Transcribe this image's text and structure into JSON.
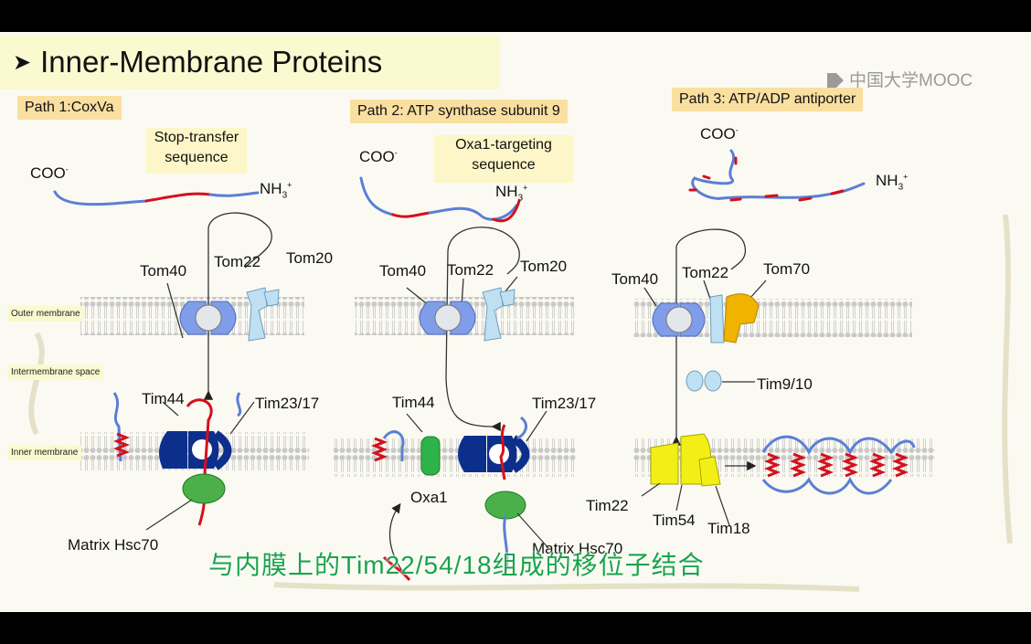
{
  "title": "Inner-Membrane Proteins",
  "logo": "中国大学MOOC",
  "membrane_labels": {
    "outer": "Outer membrane",
    "intermembrane": "Intermembrane space",
    "inner": "Inner membrane"
  },
  "paths": [
    {
      "heading": "Path 1:CoxVa",
      "note": [
        "Stop-transfer",
        "sequence"
      ],
      "cooh": "COO",
      "nh3": "NH",
      "outer_proteins": [
        "Tom40",
        "Tom22",
        "Tom20"
      ],
      "inner_proteins": [
        "Tim44",
        "Tim23/17"
      ],
      "matrix": "Matrix Hsc70"
    },
    {
      "heading": "Path 2: ATP synthase subunit 9",
      "note": [
        "Oxa1-targeting",
        "sequence"
      ],
      "cooh": "COO",
      "nh3": "NH",
      "outer_proteins": [
        "Tom40",
        "Tom22",
        "Tom20"
      ],
      "inner_proteins": [
        "Tim44",
        "Tim23/17"
      ],
      "oxa": "Oxa1",
      "matrix": "Matrix Hsc70"
    },
    {
      "heading": "Path 3: ATP/ADP antiporter",
      "cooh": "COO",
      "nh3": "NH",
      "outer_proteins": [
        "Tom40",
        "Tom22",
        "Tom70"
      ],
      "tim9": "Tim9/10",
      "inner_proteins": [
        "Tim22",
        "Tim54",
        "Tim18"
      ]
    }
  ],
  "subtitle": "与内膜上的Tim22/54/18组成的移位子结合",
  "colors": {
    "chain_blue": "#5b7fd6",
    "chain_red": "#d4101c",
    "tom40": "#7f9de8",
    "tom22": "#bfe0f2",
    "tom70": "#f0b400",
    "tim23": "#0d2f8c",
    "hsc70": "#4bb04a",
    "oxa1": "#2eb34a",
    "tim22": "#f2ef16",
    "subtitle_green": "#1aa34a"
  }
}
